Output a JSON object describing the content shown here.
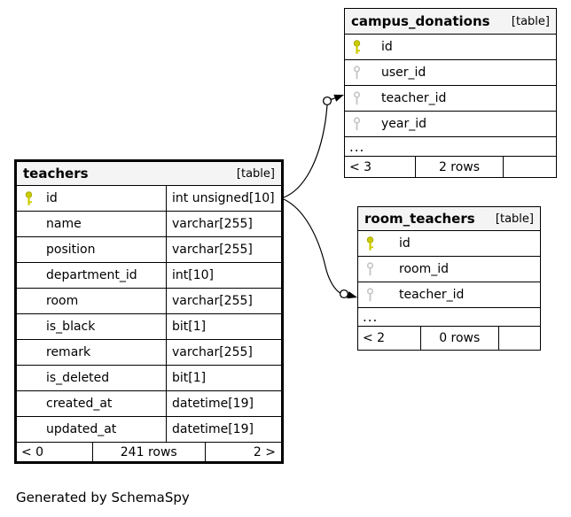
{
  "note": "Generated by SchemaSpy",
  "colors": {
    "header_bg": "#f4f4f4",
    "border": "#000000",
    "pk_key": "#cccc00",
    "pk_key_dark": "#a8a800",
    "fk_key": "#c4c4c4"
  },
  "relationships": [
    {
      "from": "teachers.id",
      "to": "campus_donations.teacher_id"
    },
    {
      "from": "teachers.id",
      "to": "room_teachers.teacher_id"
    }
  ],
  "tables": [
    {
      "name": "teachers",
      "tag": "[table]",
      "show_types": true,
      "columns": [
        {
          "name": "id",
          "type": "int unsigned[10]",
          "key": "primary"
        },
        {
          "name": "name",
          "type": "varchar[255]",
          "key": "none"
        },
        {
          "name": "position",
          "type": "varchar[255]",
          "key": "none"
        },
        {
          "name": "department_id",
          "type": "int[10]",
          "key": "none"
        },
        {
          "name": "room",
          "type": "varchar[255]",
          "key": "none"
        },
        {
          "name": "is_black",
          "type": "bit[1]",
          "key": "none"
        },
        {
          "name": "remark",
          "type": "varchar[255]",
          "key": "none"
        },
        {
          "name": "is_deleted",
          "type": "bit[1]",
          "key": "none"
        },
        {
          "name": "created_at",
          "type": "datetime[19]",
          "key": "none"
        },
        {
          "name": "updated_at",
          "type": "datetime[19]",
          "key": "none"
        }
      ],
      "footer": {
        "left": "< 0",
        "center": "241 rows",
        "right": "2 >"
      }
    },
    {
      "name": "campus_donations",
      "tag": "[table]",
      "show_types": false,
      "ellipsis": "...",
      "columns": [
        {
          "name": "id",
          "key": "primary"
        },
        {
          "name": "user_id",
          "key": "fk"
        },
        {
          "name": "teacher_id",
          "key": "fk"
        },
        {
          "name": "year_id",
          "key": "fk"
        }
      ],
      "footer": {
        "left": "< 3",
        "center": "2 rows",
        "right": ""
      }
    },
    {
      "name": "room_teachers",
      "tag": "[table]",
      "show_types": false,
      "ellipsis": "...",
      "columns": [
        {
          "name": "id",
          "key": "primary"
        },
        {
          "name": "room_id",
          "key": "fk"
        },
        {
          "name": "teacher_id",
          "key": "fk"
        }
      ],
      "footer": {
        "left": "< 2",
        "center": "0 rows",
        "right": ""
      }
    }
  ]
}
